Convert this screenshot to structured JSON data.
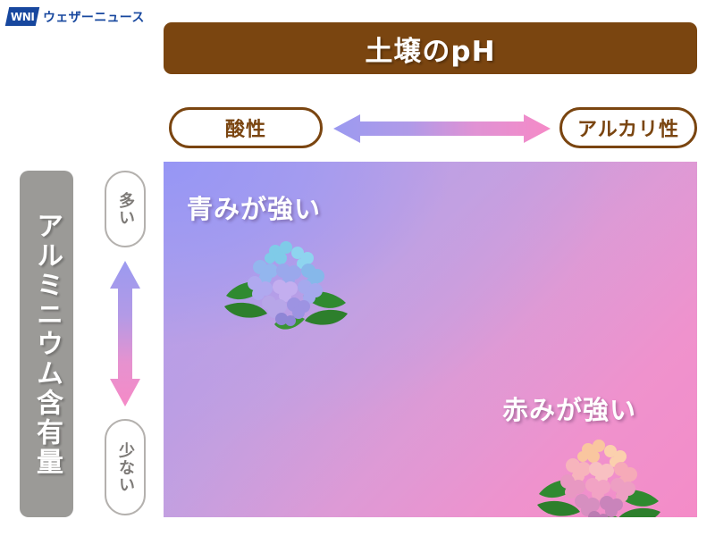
{
  "brand": {
    "logo_mark_text": "WNI",
    "logo_name": "ウェザーニュース",
    "logo_color": "#17479e"
  },
  "header": {
    "title": "土壌のpH",
    "banner_color": "#7a4510",
    "title_color": "#ffffff"
  },
  "ph_axis": {
    "left_label": "酸性",
    "right_label": "アルカリ性",
    "arrow_icon": "double-arrow-horizontal",
    "arrow_gradient_start": "#9b9af0",
    "arrow_gradient_end": "#f58ac7",
    "pill_border_color": "#7a4510",
    "pill_text_color": "#7a4510"
  },
  "aluminum_axis": {
    "axis_title": "アルミニウム含有量",
    "axis_title_bg": "#9b9a97",
    "high_label": "多い",
    "low_label": "少ない",
    "arrow_icon": "double-arrow-vertical",
    "arrow_gradient_top": "#9b9af0",
    "arrow_gradient_bottom": "#f58ac7",
    "pill_border_color": "#b4b1ae",
    "pill_text_color": "#7d7a77"
  },
  "panel": {
    "blue_label": "青みが強い",
    "red_label": "赤みが強い",
    "gradient_top_left": "#9a9aef",
    "gradient_bottom_right": "#f48cc8",
    "blue_flower_icon": "blue-hydrangea-icon",
    "pink_flower_icon": "pink-hydrangea-icon"
  }
}
